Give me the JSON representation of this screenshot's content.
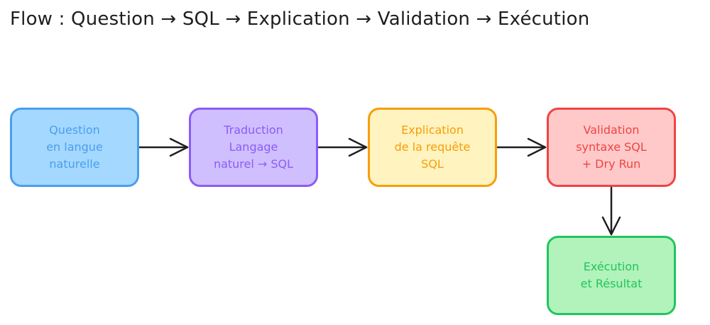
{
  "title": "Flow : Question → SQL → Explication → Validation → Exécution",
  "nodes": [
    {
      "label": "Question\nen langue\nnaturelle",
      "fill": "#a5d8ff",
      "stroke": "#4a9eed",
      "text_color": "#4a9eed"
    },
    {
      "label": "Traduction\nLangage\nnaturel → SQL",
      "fill": "#d0bfff",
      "stroke": "#8b5cf6",
      "text_color": "#8b5cf6"
    },
    {
      "label": "Explication\nde la requête\nSQL",
      "fill": "#fff3bf",
      "stroke": "#f59e0b",
      "text_color": "#f59e0b"
    },
    {
      "label": "Validation\nsyntaxe SQL\n+ Dry Run",
      "fill": "#ffc9c9",
      "stroke": "#ef4444",
      "text_color": "#ef4444"
    },
    {
      "label": "Exécution\net Résultat",
      "fill": "#b2f2bb",
      "stroke": "#22c55e",
      "text_color": "#22c55e"
    }
  ],
  "arrow_color": "#1e1e1e"
}
